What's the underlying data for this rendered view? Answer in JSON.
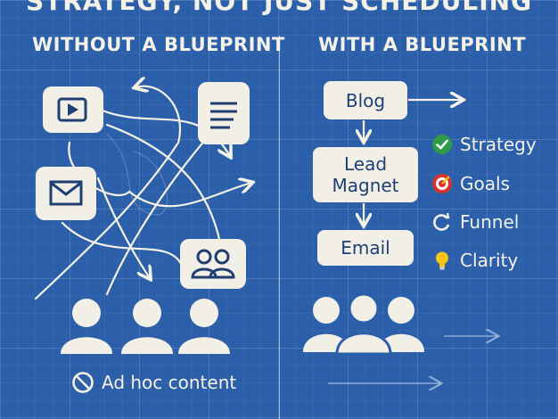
{
  "title": "STRATEGY, NOT JUST SCHEDULING",
  "left_panel": {
    "heading": "WITHOUT A BLUEPRINT",
    "caption": "Ad hoc content"
  },
  "right_panel": {
    "heading": "WITH A BLUEPRINT",
    "flow": [
      {
        "label": "Blog"
      },
      {
        "label_line1": "Lead",
        "label_line2": "Magnet"
      },
      {
        "label": "Email"
      }
    ],
    "benefits": [
      {
        "label": "Strategy",
        "icon": "check-icon",
        "color": "#2f9a4a"
      },
      {
        "label": "Goals",
        "icon": "target-icon",
        "color": "#d8342c"
      },
      {
        "label": "Funnel",
        "icon": "cycle-icon",
        "color": "#f4f1e6"
      },
      {
        "label": "Clarity",
        "icon": "lightbulb-icon",
        "color": "#f5c518"
      }
    ]
  },
  "colors": {
    "background": "#2b5fa9",
    "card": "#f1efe6",
    "text_dark": "#1f3f73",
    "text_light": "#f4f1e6"
  }
}
